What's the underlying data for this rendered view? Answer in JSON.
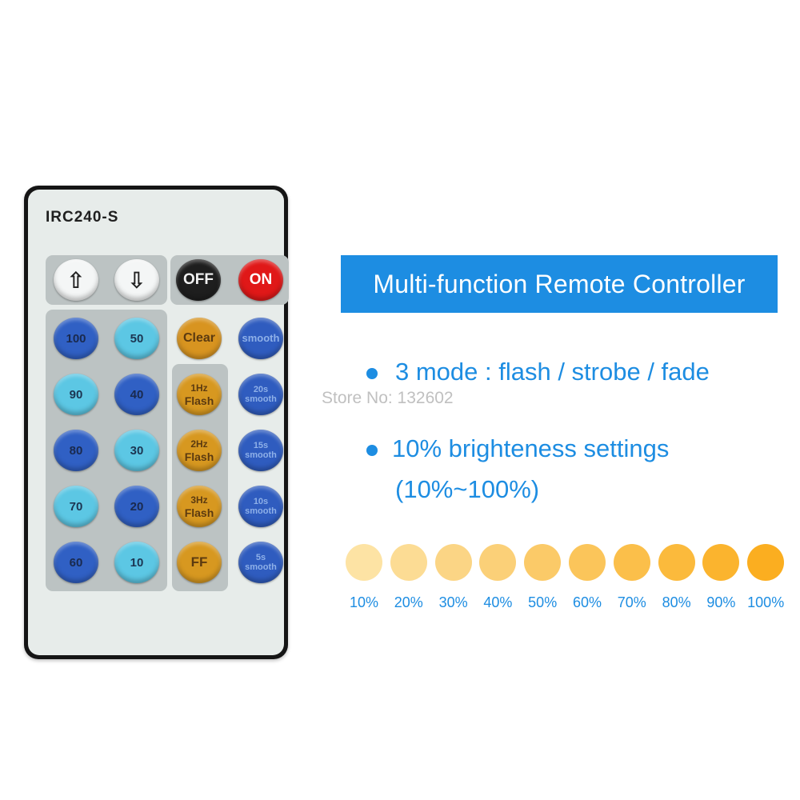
{
  "remote": {
    "model": "IRC240-S",
    "buttons": {
      "up_arrow": "⇧",
      "down_arrow": "⇩",
      "off": "OFF",
      "on": "ON",
      "clear": "Clear",
      "smooth": "smooth",
      "b100": "100",
      "b50": "50",
      "b90": "90",
      "b40": "40",
      "b80": "80",
      "b30": "30",
      "b70": "70",
      "b20": "20",
      "b60": "60",
      "b10": "10",
      "flash1_top": "1Hz",
      "flash1_bottom": "Flash",
      "flash2_top": "2Hz",
      "flash2_bottom": "Flash",
      "flash3_top": "3Hz",
      "flash3_bottom": "Flash",
      "ff": "FF",
      "s20_top": "20s",
      "s20_bottom": "smooth",
      "s15_top": "15s",
      "s15_bottom": "smooth",
      "s10_top": "10s",
      "s10_bottom": "smooth",
      "s5_top": "5s",
      "s5_bottom": "smooth"
    }
  },
  "title": "Multi-function Remote Controller",
  "features": {
    "mode": "3 mode : flash / strobe / fade",
    "brightness_line1": "10% brighteness settings",
    "brightness_line2": "(10%~100%)"
  },
  "store": "Store No: 132602",
  "brightness_levels": [
    "10%",
    "20%",
    "30%",
    "40%",
    "50%",
    "60%",
    "70%",
    "80%",
    "90%",
    "100%"
  ],
  "colors": {
    "accent_blue": "#1d8de2",
    "level_dots": [
      "#fde3a4",
      "#fcdc94",
      "#fbd585",
      "#fbd078",
      "#fbca68",
      "#fbc55a",
      "#fbbf4a",
      "#fbba3c",
      "#fbb42e",
      "#fbae20"
    ]
  }
}
